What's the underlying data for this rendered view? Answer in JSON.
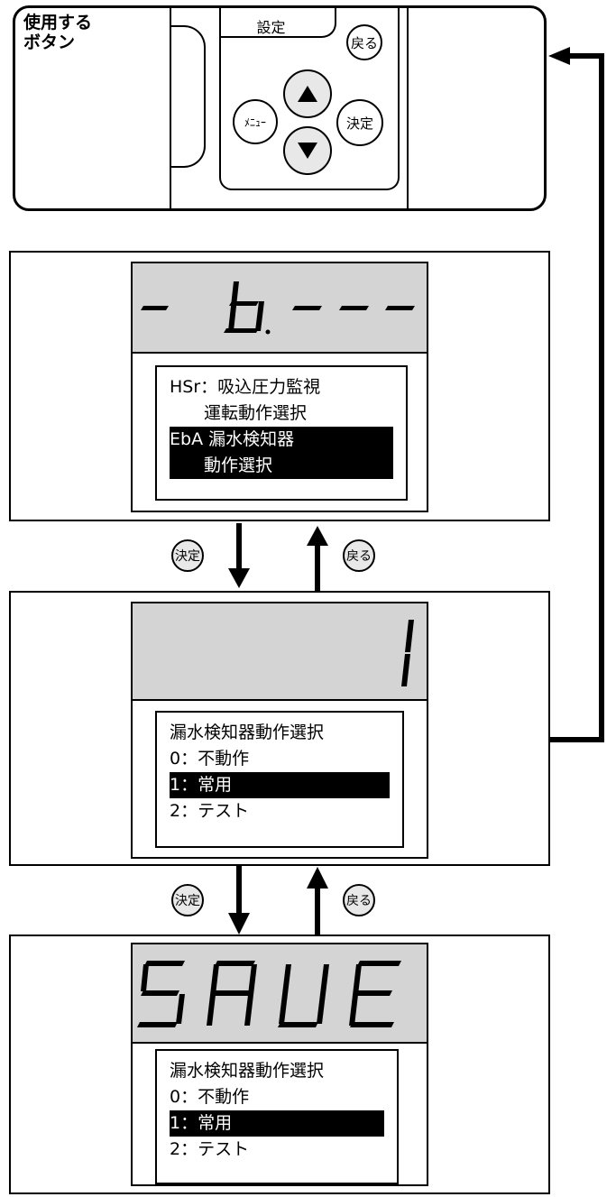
{
  "legend": {
    "title_line1": "使用する",
    "title_line2": "ボタン",
    "console_label": "設定",
    "btn_back": "戻る",
    "btn_menu": "ﾒﾆｭｰ",
    "btn_enter": "決定",
    "btn_up": "up-arrow-icon",
    "btn_down": "down-arrow-icon"
  },
  "screen1": {
    "lcd_text": "-b.---",
    "rows": [
      {
        "text": "HSr：吸込圧力監視",
        "highlighted": false
      },
      {
        "text": "　　運転動作選択",
        "highlighted": false
      },
      {
        "text": "EbA 漏水検知器",
        "highlighted": true
      },
      {
        "text": "　　動作選択",
        "highlighted": true
      }
    ]
  },
  "screen2": {
    "lcd_text": "1",
    "rows": [
      {
        "text": "漏水検知器動作選択",
        "highlighted": false
      },
      {
        "text": "0：不動作",
        "highlighted": false
      },
      {
        "text": "1：常用",
        "highlighted": true
      },
      {
        "text": "2：テスト",
        "highlighted": false
      }
    ]
  },
  "screen3": {
    "lcd_text": "SAVE",
    "rows": [
      {
        "text": "漏水検知器動作選択",
        "highlighted": false
      },
      {
        "text": "0：不動作",
        "highlighted": false
      },
      {
        "text": "1：常用",
        "highlighted": true
      },
      {
        "text": "2：テスト",
        "highlighted": false
      }
    ]
  },
  "transitions": {
    "forward_label": "決定",
    "back_label": "戻る"
  }
}
